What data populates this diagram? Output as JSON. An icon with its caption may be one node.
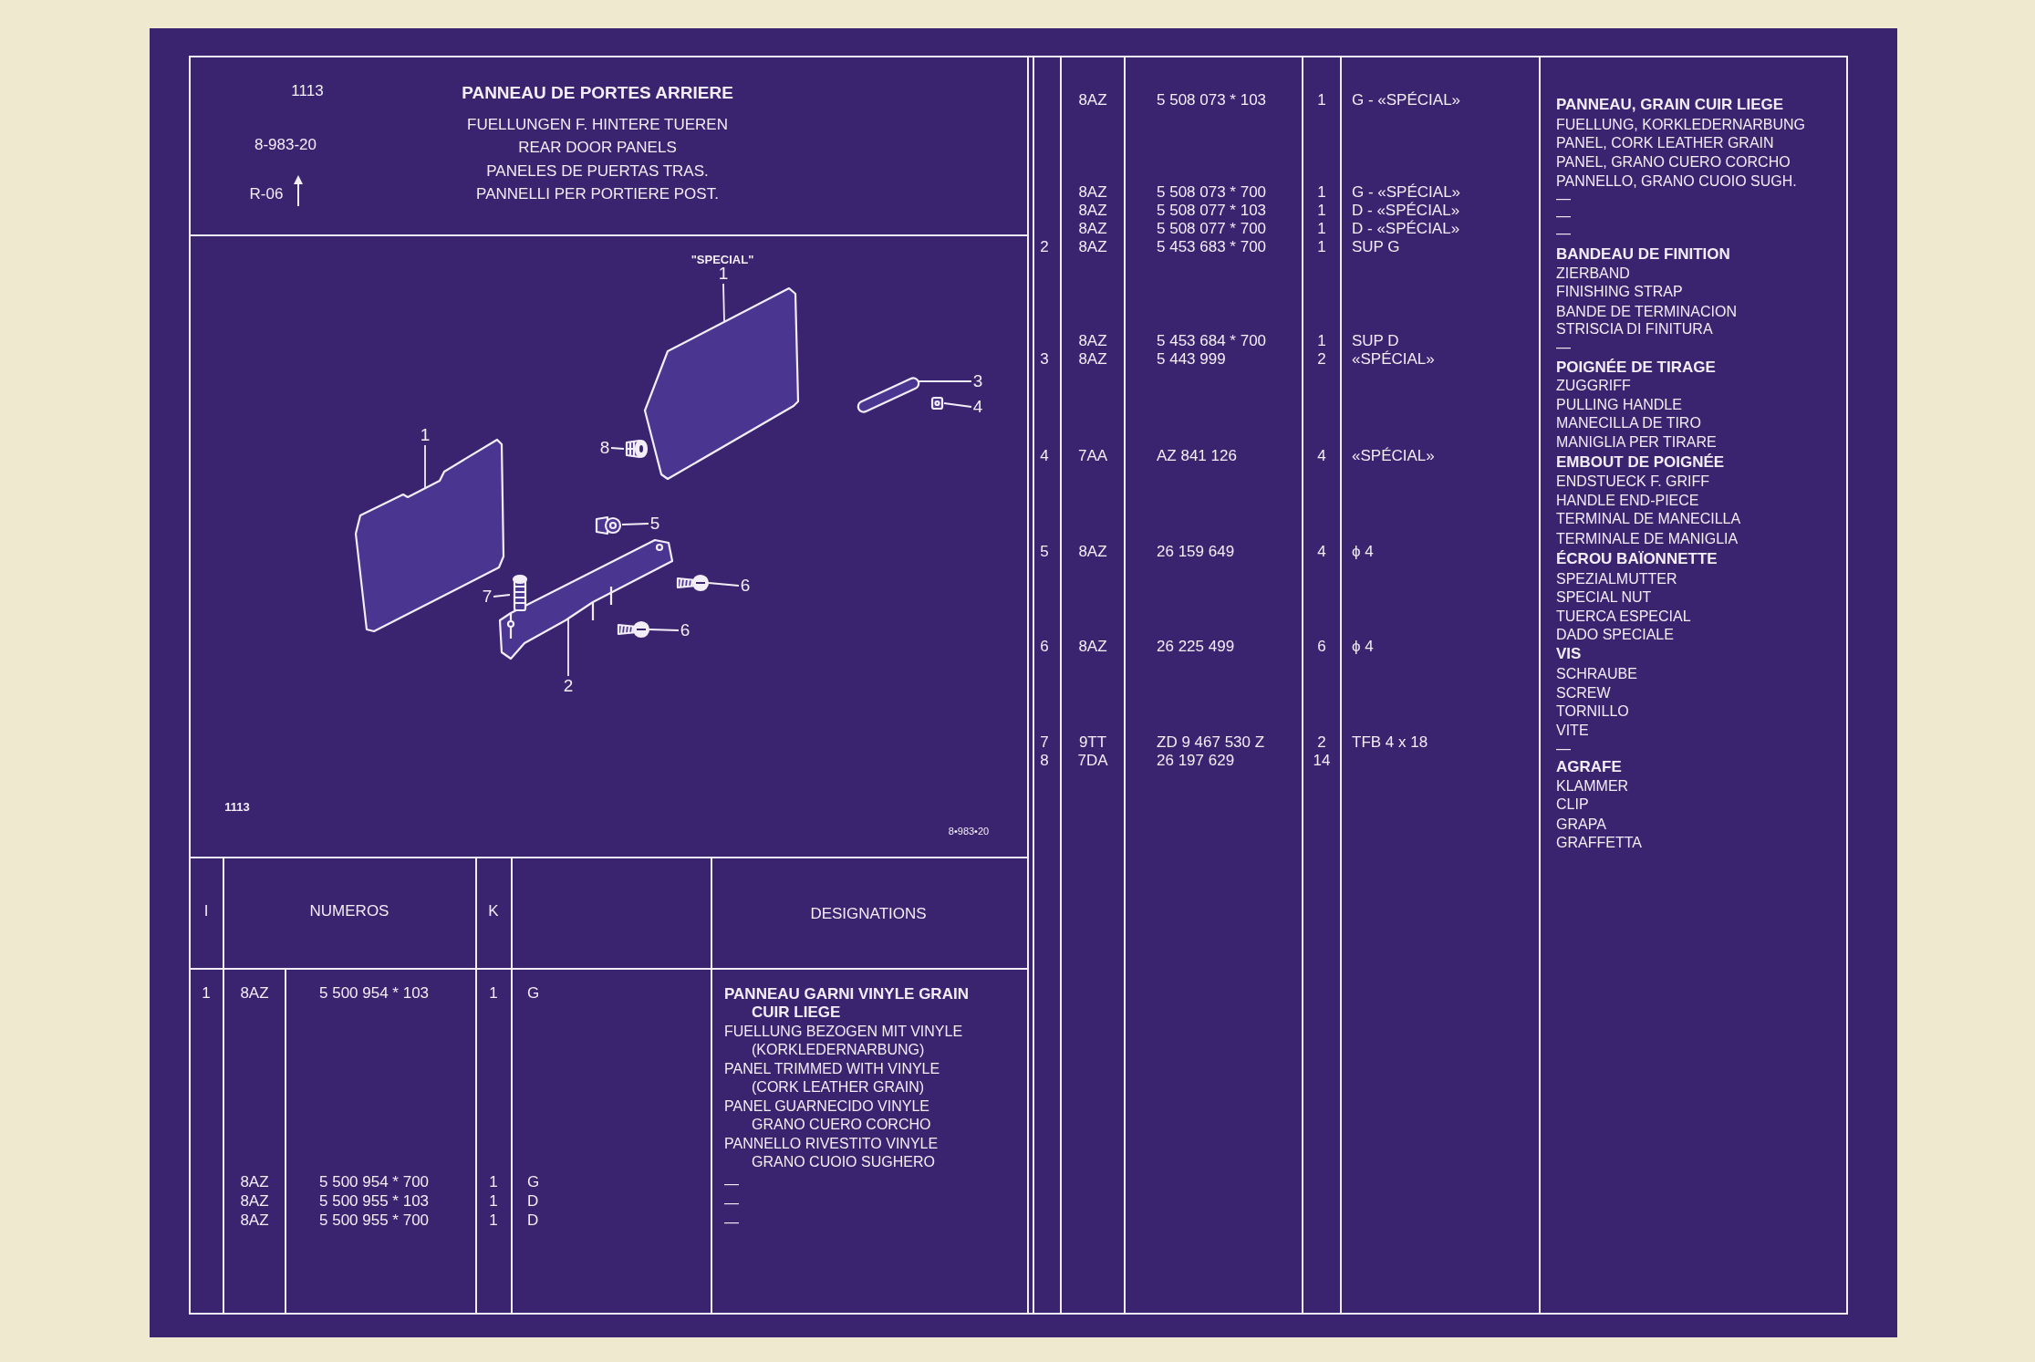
{
  "diagram": {
    "title": "PANNEAU DE PORTES ARRIERE",
    "nodes": [
      {
        "text": [
          "1"
        ]
      },
      {
        "text": [
          "1"
        ]
      },
      {
        "text": [
          "2"
        ]
      },
      {
        "text": [
          "3"
        ]
      },
      {
        "text": [
          "4"
        ]
      },
      {
        "text": [
          "5"
        ]
      },
      {
        "text": [
          "6"
        ]
      },
      {
        "text": [
          "6"
        ]
      },
      {
        "text": [
          "7"
        ]
      },
      {
        "text": [
          "8"
        ]
      },
      {
        "text": [],
        "shape": "picture"
      },
      {
        "text": [],
        "shape": "picture"
      },
      {
        "text": [],
        "shape": "picture"
      },
      {
        "text": [],
        "shape": "picture"
      },
      {
        "text": [],
        "shape": "picture"
      },
      {
        "text": [],
        "shape": "picture"
      },
      {
        "text": [],
        "shape": "picture"
      },
      {
        "text": [],
        "shape": "picture"
      },
      {
        "text": [],
        "shape": "picture"
      },
      {
        "text": [],
        "shape": "picture"
      }
    ],
    "edges": [
      {
        "from": 0,
        "to": 10,
        "arrow": "none"
      },
      {
        "from": 1,
        "to": 11,
        "arrow": "none"
      },
      {
        "from": 2,
        "to": 12,
        "arrow": "none"
      },
      {
        "from": 3,
        "to": 13,
        "arrow": "none"
      },
      {
        "from": 4,
        "to": 14,
        "arrow": "none"
      },
      {
        "from": 5,
        "to": 15,
        "arrow": "none"
      },
      {
        "from": 6,
        "to": 16,
        "arrow": "none"
      },
      {
        "from": 7,
        "to": 17,
        "arrow": "none"
      },
      {
        "from": 8,
        "to": 18,
        "arrow": "none"
      },
      {
        "from": 9,
        "to": 19,
        "arrow": "none"
      }
    ],
    "labels": [
      "1113",
      "8-983-20",
      "R-06",
      "FUELLUNGEN F. HINTERE TUEREN",
      "REAR DOOR PANELS",
      "PANELES DE PUERTAS TRAS.",
      "PANNELLI PER PORTIERE POST.",
      "\"SPECIAL\"",
      "1113",
      "8•983•20",
      "I",
      "NUMEROS",
      "K",
      "DESIGNATIONS",
      "1",
      "8AZ",
      "5 500 954 * 103",
      "1",
      "G",
      "PANNEAU GARNI VINYLE GRAIN CUIR LIEGE",
      "FUELLUNG BEZOGEN MIT VINYLE (KORKLEDERNARBUNG)",
      "PANEL TRIMMED WITH VINYLE (CORK LEATHER GRAIN)",
      "PANEL GUARNECIDO VINYLE GRANO CUERO CORCHO",
      "PANNELLO RIVESTITO VINYLE GRANO CUOIO SUGHERO",
      "8AZ",
      "5 500 954 * 700",
      "1",
      "G",
      "—",
      "8AZ",
      "5 500 955 * 103",
      "1",
      "D",
      "—",
      "8AZ",
      "5 500 955 * 700",
      "1",
      "D",
      "—",
      "8AZ",
      "5 508 073 * 103",
      "1",
      "G - «SPÉCIAL»",
      "PANNEAU, GRAIN CUIR LIEGE",
      "FUELLUNG, KORKLEDERNARBUNG",
      "PANEL, CORK LEATHER GRAIN",
      "PANEL, GRANO CUERO CORCHO",
      "PANNELLO, GRANO CUOIO SUGH.",
      "8AZ",
      "5 508 073 * 700",
      "1",
      "G - «SPÉCIAL»",
      "—",
      "8AZ",
      "5 508 077 * 103",
      "1",
      "D - «SPÉCIAL»",
      "—",
      "8AZ",
      "5 508 077 * 700",
      "1",
      "D - «SPÉCIAL»",
      "—",
      "2",
      "8AZ",
      "5 453 683 * 700",
      "1",
      "SUP G",
      "BANDEAU DE FINITION",
      "ZIERBAND",
      "FINISHING STRAP",
      "BANDE DE TERMINACION",
      "STRISCIA DI FINITURA",
      "8AZ",
      "5 453 684 * 700",
      "1",
      "SUP D",
      "—",
      "3",
      "8AZ",
      "5 443 999",
      "2",
      "«SPÉCIAL»",
      "POIGNÉE DE TIRAGE",
      "ZUGGRIFF",
      "PULLING HANDLE",
      "MANECILLA DE TIRO",
      "MANIGLIA PER TIRARE",
      "4",
      "7AA",
      "AZ 841 126",
      "4",
      "«SPÉCIAL»",
      "EMBOUT DE POIGNÉE",
      "ENDSTUECK F. GRIFF",
      "HANDLE END-PIECE",
      "TERMINAL DE MANECILLA",
      "TERMINALE DE MANIGLIA",
      "5",
      "8AZ",
      "26 159 649",
      "4",
      "ϕ 4",
      "ÉCROU BAÏONNETTE",
      "SPEZIALMUTTER",
      "SPECIAL NUT",
      "TUERCA ESPECIAL",
      "DADO SPECIALE",
      "6",
      "8AZ",
      "26 225 499",
      "6",
      "ϕ 4",
      "VIS",
      "SCHRAUBE",
      "SCREW",
      "TORNILLO",
      "VITE",
      "7",
      "9TT",
      "ZD 9 467 530 Z",
      "2",
      "TFB 4 x 18",
      "—",
      "8",
      "7DA",
      "26 197 629",
      "14",
      "AGRAFE",
      "KLAMMER",
      "CLIP",
      "GRAPA",
      "GRAFFETTA"
    ]
  }
}
